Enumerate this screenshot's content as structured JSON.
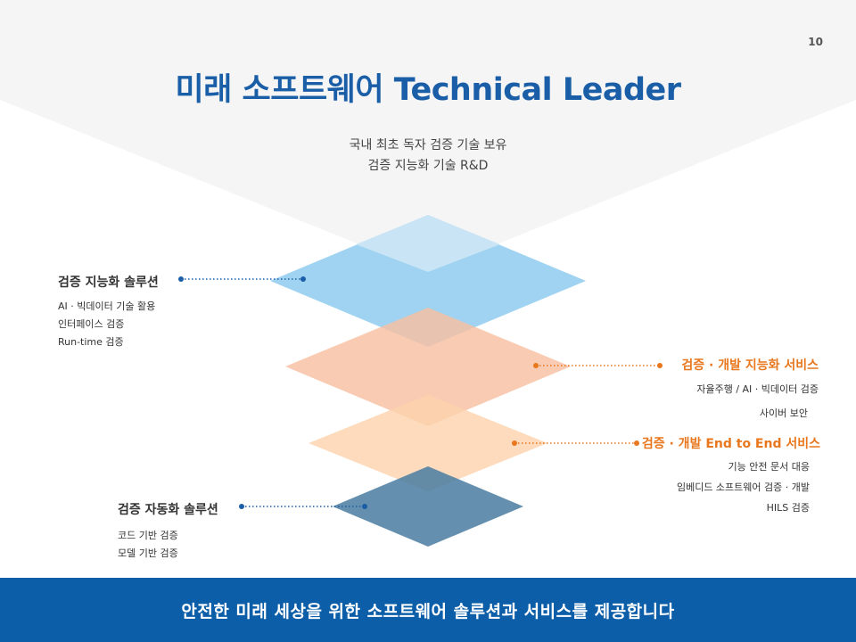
{
  "page_number": "10",
  "title": "미래 소프트웨어 Technical Leader",
  "subtitle": {
    "line1": "국내 최초 독자 검증 기술 보유",
    "line2": "검증 지능화 기술 R&D"
  },
  "left_top": {
    "heading": "검증 지능화 솔루션",
    "items": [
      "AI · 빅데이터 기술 활용",
      "인터페이스 검증",
      "Run-time 검증"
    ]
  },
  "right_top": {
    "heading": "검증 · 개발 지능화 서비스",
    "items": [
      "자율주행 / AI · 빅데이터 검증",
      "사이버 보안"
    ]
  },
  "right_bottom": {
    "heading": "검증 · 개발 End to End 서비스",
    "items": [
      "기능 안전 문서 대응",
      "임베디드 소프트웨어 검증 · 개발",
      "HILS 검증"
    ]
  },
  "left_bottom": {
    "heading": "검증 자동화 솔루션",
    "items": [
      "코드 기반 검증",
      "모델 기반 검증"
    ]
  },
  "footer": "안전한 미래 세상을 위한 소프트웨어 솔루션과 서비스를 제공합니다",
  "colors": {
    "title_blue": "#1a5ea8",
    "accent_orange": "#e8771e",
    "footer_blue": "#0d5ea8",
    "layer_sky": "#8ecbef",
    "layer_salmon": "#f8bfa1",
    "layer_peach": "#fcd6b1",
    "layer_steel": "#4e7fa3"
  }
}
